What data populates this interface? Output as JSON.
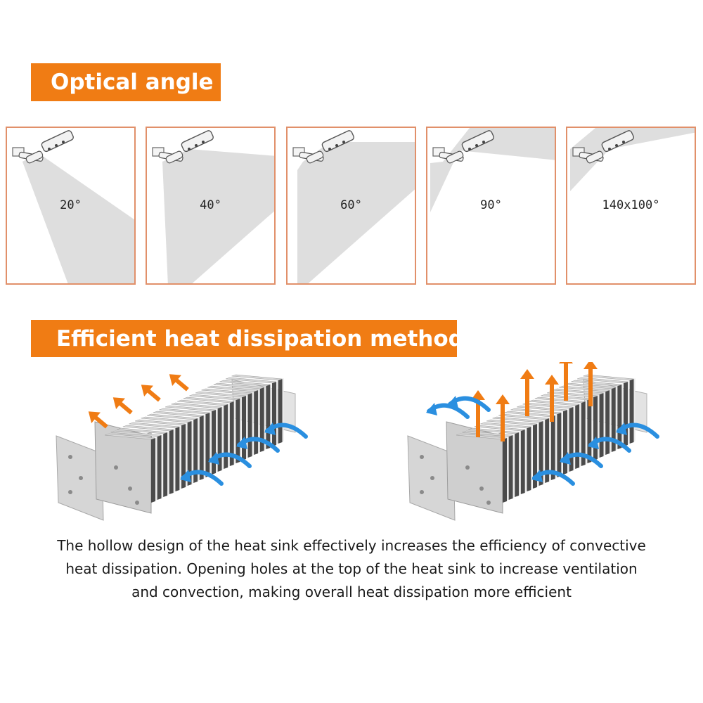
{
  "section_optical": {
    "title": "Optical angle",
    "angles": [
      "20°",
      "40°",
      "60°",
      "90°",
      "140x100°"
    ]
  },
  "section_heat": {
    "title": "Efficient heat dissipation method",
    "caption_lines": [
      "The hollow design of the heat sink effectively increases the efficiency of convective",
      "heat dissipation. Opening holes at the top of the heat sink to increase ventilation",
      "and convection, making overall heat dissipation more efficient"
    ]
  },
  "colors": {
    "accent": "#f07c14",
    "panel_border": "#e1906a",
    "beam": "#dedede",
    "hot_arrow": "#f07c14",
    "cool_arrow": "#2a8fe0"
  },
  "icons": [
    "lamp-icon",
    "heat-arrow-icon",
    "airflow-arrow-icon"
  ]
}
